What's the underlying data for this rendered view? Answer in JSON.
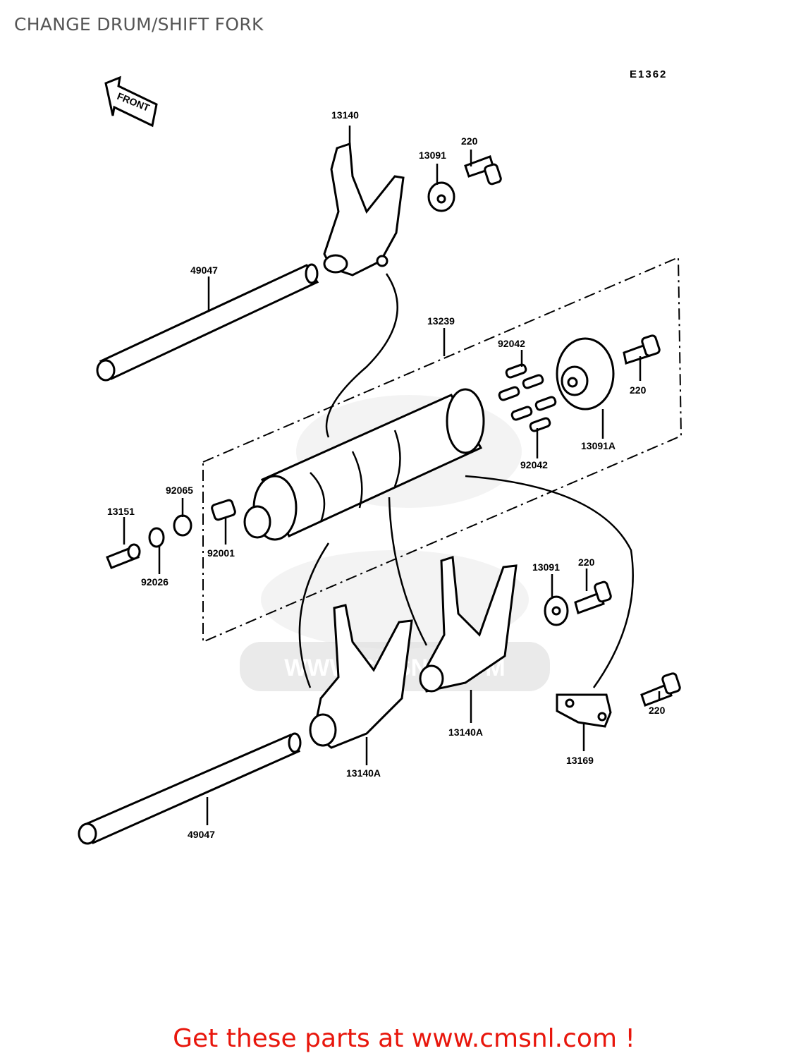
{
  "header": {
    "title": "CHANGE DRUM/SHIFT FORK"
  },
  "diagram": {
    "code": "E1362",
    "front_label": "FRONT",
    "labels": {
      "fork_top": "13140",
      "washer_top": "13091",
      "bolt_top": "220",
      "shaft_top": "49047",
      "drum": "13239",
      "pins_top": "92042",
      "pins_bottom": "92042",
      "plate": "13091A",
      "bolt_plate": "220",
      "switch": "13151",
      "washer_switch": "92065",
      "seal_switch": "92026",
      "bolt_switch": "92001",
      "washer_right": "13091",
      "bolt_right": "220",
      "bolt_stopper": "220",
      "stopper": "13169",
      "fork_mid": "13140A",
      "fork_left": "13140A",
      "shaft_bottom": "49047"
    }
  },
  "watermark": {
    "text": "WWW.CMSNL.COM",
    "logo": "cmsnl-logo"
  },
  "footer": {
    "text": "Get these parts at www.cmsnl.com !",
    "color": "#e8160c"
  }
}
